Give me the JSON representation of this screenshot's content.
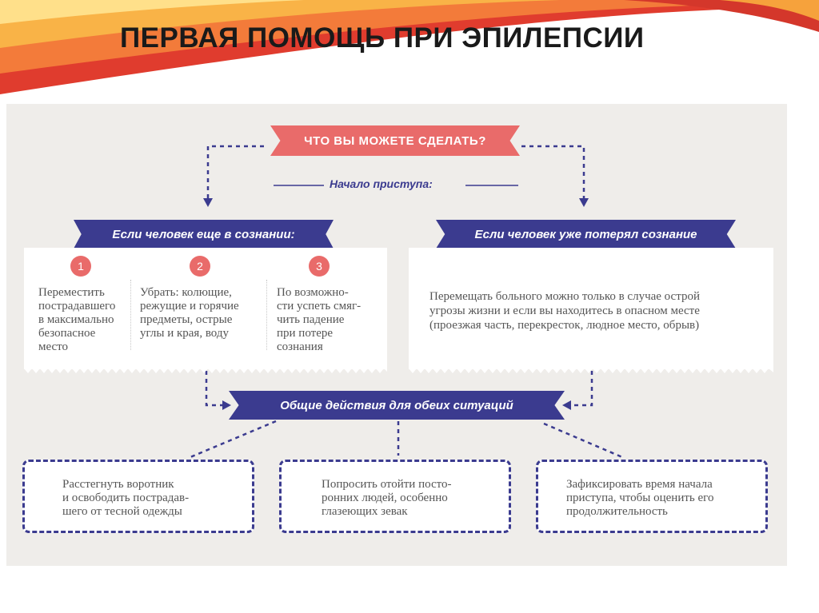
{
  "title": "ПЕРВАЯ ПОМОЩЬ ПРИ ЭПИЛЕПСИИ",
  "colors": {
    "accent_red": "#e96b6a",
    "accent_blue": "#3b3b8f",
    "panel": "#efedea",
    "title_text": "#1a1a1a"
  },
  "diagram": {
    "top_banner": "ЧТО ВЫ МОЖЕТЕ СДЕЛАТЬ?",
    "subtitle": "Начало приступа:",
    "conscious": {
      "label": "Если человек еще в сознании:",
      "steps": [
        {
          "num": "1",
          "text": "Переместить\nпострадавшего\nв максимально\nбезопасное\nместо"
        },
        {
          "num": "2",
          "text": "Убрать: колющие,\nрежущие и горячие\nпредметы, острые\nуглы и края, воду"
        },
        {
          "num": "3",
          "text": "По возможно-\nсти успеть смяг-\nчить падение\nпри потере\nсознания"
        }
      ]
    },
    "unconscious": {
      "label": "Если человек уже потерял сознание",
      "text": "Перемещать больного можно только в случае острой\nугрозы жизни и если вы находитесь в опасном месте\n(проезжая часть, перекресток, людное место, обрыв)"
    },
    "common": {
      "label": "Общие действия для обеих ситуаций",
      "actions": [
        "Расстегнуть воротник\nи освободить пострадав-\nшего от тесной одежды",
        "Попросить отойти посто-\nронних людей, особенно\nглазеющих зевак",
        "Зафиксировать время начала\nприступа, чтобы оценить его\nпродолжительность"
      ]
    }
  }
}
